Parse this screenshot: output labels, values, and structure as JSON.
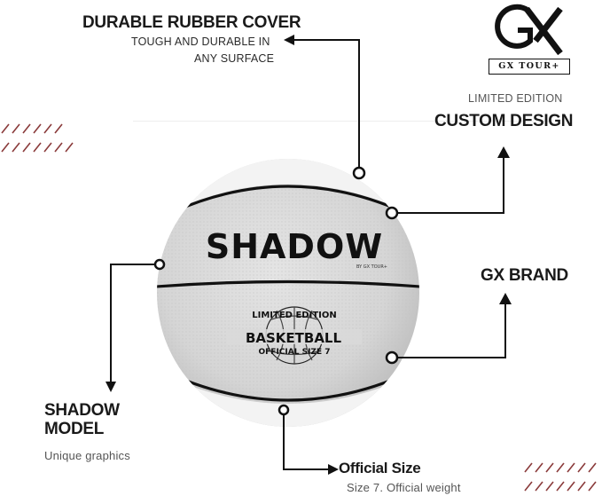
{
  "brand": {
    "logo_letters": "GX",
    "tag": "GX TOUR+"
  },
  "callouts": {
    "durable": {
      "title": "DURABLE RUBBER COVER",
      "line1": "TOUGH AND DURABLE IN",
      "line2": "ANY SURFACE"
    },
    "custom": {
      "eyebrow": "LIMITED EDITION",
      "title": "CUSTOM DESIGN"
    },
    "gx_brand": {
      "title": "GX BRAND"
    },
    "shadow_model": {
      "title_line1": "SHADOW",
      "title_line2": "MODEL",
      "desc": "Unique graphics"
    },
    "official_size": {
      "title": "Official Size",
      "desc": "Size 7. Official weight"
    }
  },
  "ball": {
    "model_name": "SHADOW",
    "by_line": "BY GX TOUR+",
    "badge_top": "LIMITED EDITION",
    "badge_main": "BASKETBALL",
    "badge_bottom": "OFFICIAL SIZE 7"
  },
  "colors": {
    "accent_hatch": "#7a2a2a",
    "ball_base": "#d9d9d9",
    "ball_seam": "#111111",
    "line": "#111111"
  }
}
